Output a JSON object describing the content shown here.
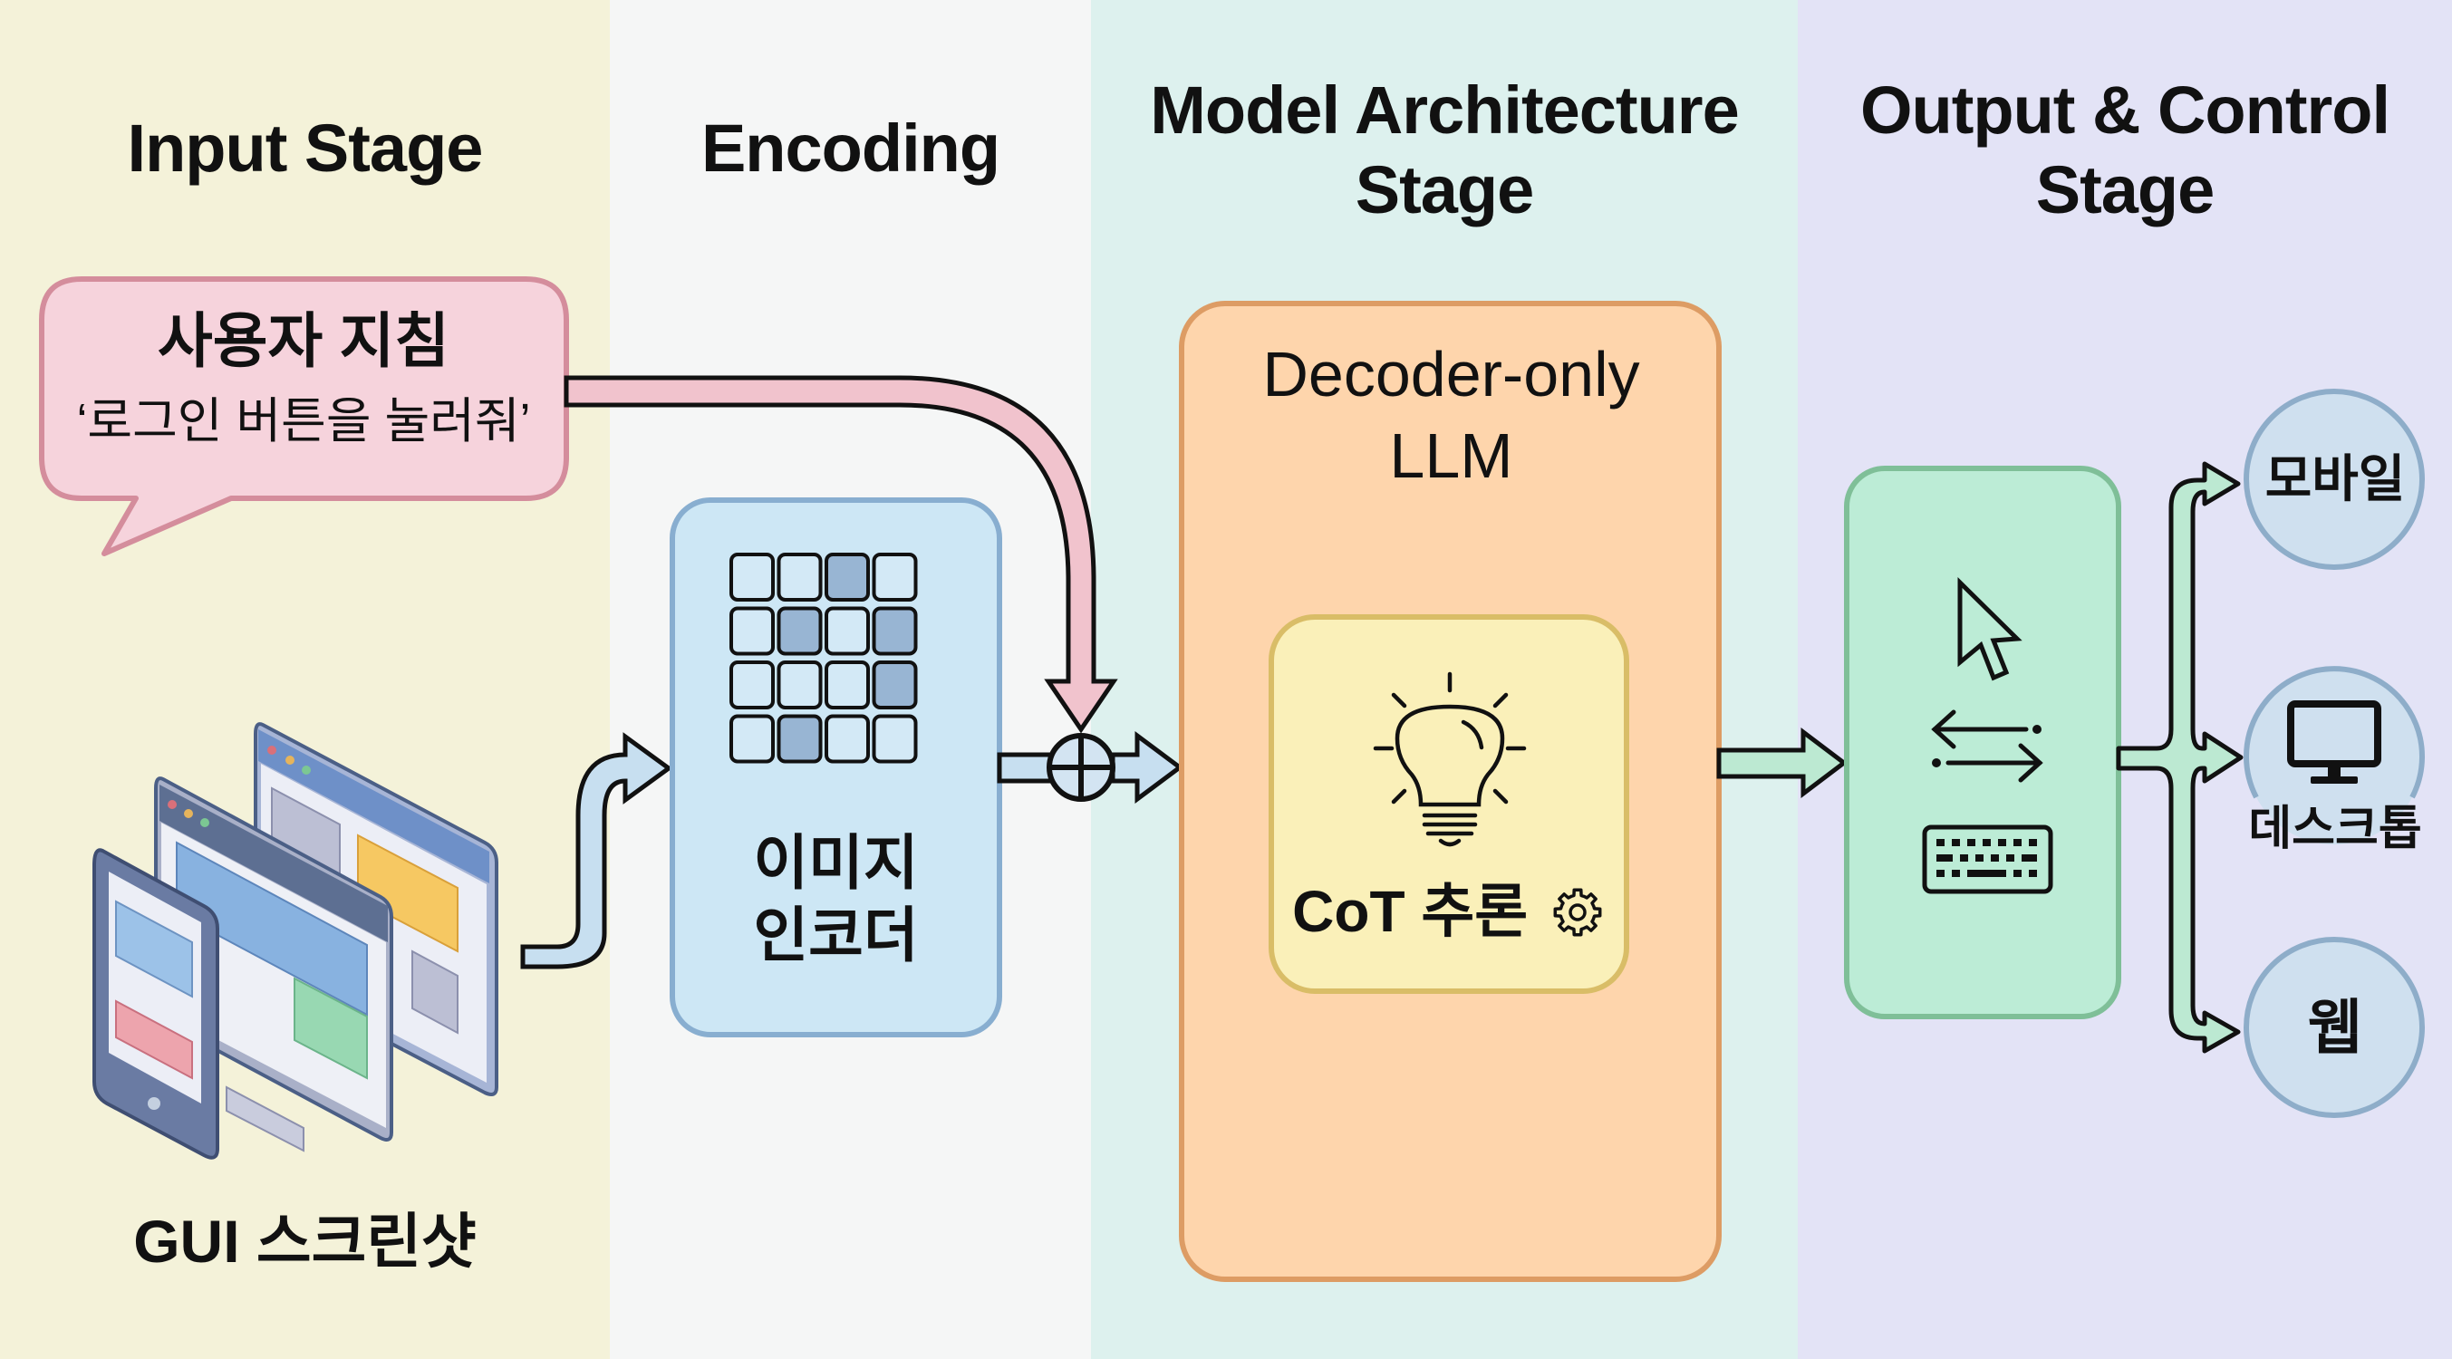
{
  "stages": [
    {
      "title_line1": "Input Stage",
      "title_line2": "",
      "color": "#f4f2d9"
    },
    {
      "title_line1": "Encoding",
      "title_line2": "",
      "color": "#f5f6f6"
    },
    {
      "title_line1": "Model Architecture",
      "title_line2": "Stage",
      "color": "#ddf1ee"
    },
    {
      "title_line1": "Output & Control",
      "title_line2": "Stage",
      "color": "#e3e3f6"
    }
  ],
  "input": {
    "instruction_title": "사용자 지침",
    "instruction_text": "‘로그인 버튼을 눌러줘’",
    "screenshot_label": "GUI 스크린샷",
    "screenshot_icon": "devices-screens-icon"
  },
  "encoder": {
    "label_line1": "이미지",
    "label_line2": "인코더",
    "grid_icon": "image-patch-grid-icon",
    "grid_highlight": [
      [
        0,
        2
      ],
      [
        1,
        1
      ],
      [
        1,
        3
      ],
      [
        2,
        3
      ],
      [
        3,
        1
      ]
    ]
  },
  "fusion": {
    "icon": "plus-circle-icon"
  },
  "model": {
    "title_line1": "Decoder-only",
    "title_line2": "LLM",
    "reasoning_label": "CoT 추론",
    "reasoning_icon": "lightbulb-icon",
    "reasoning_extra_icon": "gear-icon"
  },
  "actions": {
    "icons": [
      "mouse-cursor-icon",
      "swap-arrows-icon",
      "keyboard-icon"
    ]
  },
  "targets": [
    {
      "label": "모바일",
      "icon": ""
    },
    {
      "label": "데스크톱",
      "icon": "monitor-icon"
    },
    {
      "label": "웹",
      "icon": ""
    }
  ],
  "colors": {
    "bubble_fill": "#f6d3dc",
    "bubble_stroke": "#d48d9c",
    "encoder_fill": "#cde7f5",
    "encoder_stroke": "#88aed0",
    "llm_fill": "#fed5ac",
    "llm_stroke": "#dd9c64",
    "cot_fill": "#faf0b9",
    "cot_stroke": "#d9bd67",
    "action_fill": "#bcecd6",
    "action_stroke": "#7fbf98",
    "target_fill": "#cfe0ef",
    "target_stroke": "#8eadc9"
  }
}
